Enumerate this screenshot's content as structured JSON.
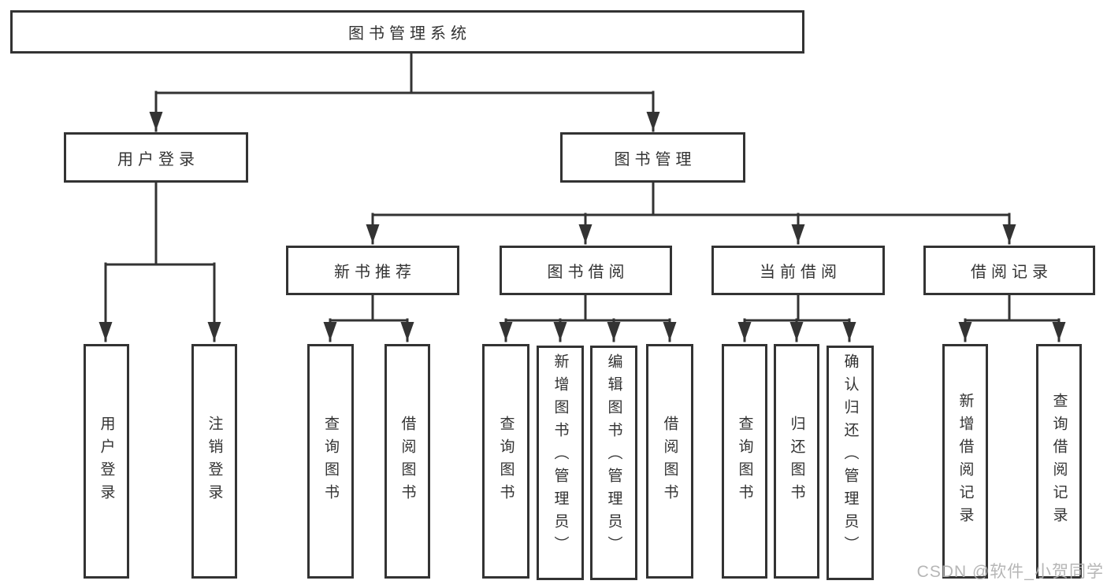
{
  "tree": {
    "label": "图书管理系统",
    "children": [
      {
        "label": "用户登录",
        "children": [
          {
            "label": "用户登录"
          },
          {
            "label": "注销登录"
          }
        ]
      },
      {
        "label": "图书管理",
        "children": [
          {
            "label": "新书推荐",
            "children": [
              {
                "label": "查询图书"
              },
              {
                "label": "借阅图书"
              }
            ]
          },
          {
            "label": "图书借阅",
            "children": [
              {
                "label": "查询图书"
              },
              {
                "label": "新增图书（管理员）"
              },
              {
                "label": "编辑图书（管理员）"
              },
              {
                "label": "借阅图书"
              }
            ]
          },
          {
            "label": "当前借阅",
            "children": [
              {
                "label": "查询图书"
              },
              {
                "label": "归还图书"
              },
              {
                "label": "确认归还（管理员）"
              }
            ]
          },
          {
            "label": "借阅记录",
            "children": [
              {
                "label": "新增借阅记录"
              },
              {
                "label": "查询借阅记录"
              }
            ]
          }
        ]
      }
    ]
  },
  "watermark": {
    "text": "CSDN @软件_小贺同学"
  },
  "colors": {
    "line": "#333333",
    "box_border": "#333333",
    "text": "#333333",
    "background": "#ffffff",
    "watermark": "#b0b0b0"
  }
}
